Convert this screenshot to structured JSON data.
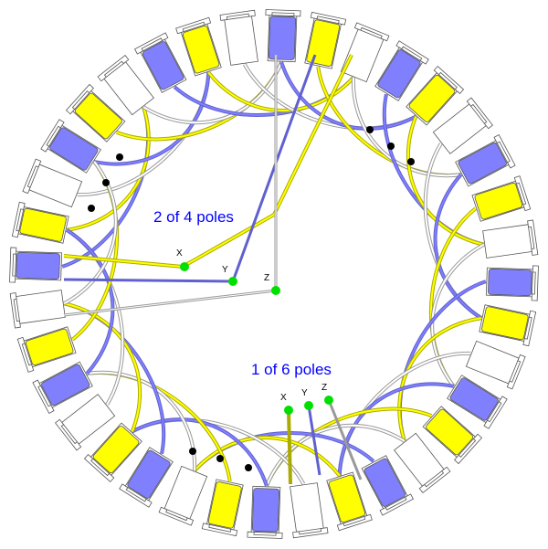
{
  "diagram": {
    "slot_count": 36,
    "phase_pattern": [
      "blue",
      "yellow",
      "white"
    ],
    "colors": {
      "blue": "#8080ff",
      "yellow": "#ffff00",
      "white": "#ffffff",
      "outline": "#555555",
      "terminal": "#00e000",
      "junction": "#000000"
    },
    "group_4pole": {
      "title": "2 of 4 poles",
      "x_label": "X",
      "y_label": "Y",
      "z_label": "Z"
    },
    "group_6pole": {
      "title": "1 of 6 poles",
      "x_label": "X",
      "y_label": "Y",
      "z_label": "Z"
    }
  }
}
